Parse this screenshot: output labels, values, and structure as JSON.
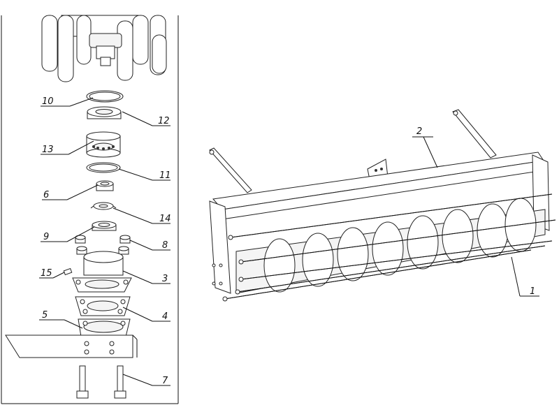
{
  "figure": {
    "callouts": [
      {
        "id": "c10",
        "text": "10"
      },
      {
        "id": "c12",
        "text": "12"
      },
      {
        "id": "c13",
        "text": "13"
      },
      {
        "id": "c11",
        "text": "11"
      },
      {
        "id": "c6",
        "text": "6"
      },
      {
        "id": "c14",
        "text": "14"
      },
      {
        "id": "c9",
        "text": "9"
      },
      {
        "id": "c8",
        "text": "8"
      },
      {
        "id": "c15",
        "text": "15"
      },
      {
        "id": "c3",
        "text": "3"
      },
      {
        "id": "c4",
        "text": "4"
      },
      {
        "id": "c5",
        "text": "5"
      },
      {
        "id": "c7",
        "text": "7"
      },
      {
        "id": "c2",
        "text": "2"
      },
      {
        "id": "c1",
        "text": "1"
      }
    ]
  }
}
